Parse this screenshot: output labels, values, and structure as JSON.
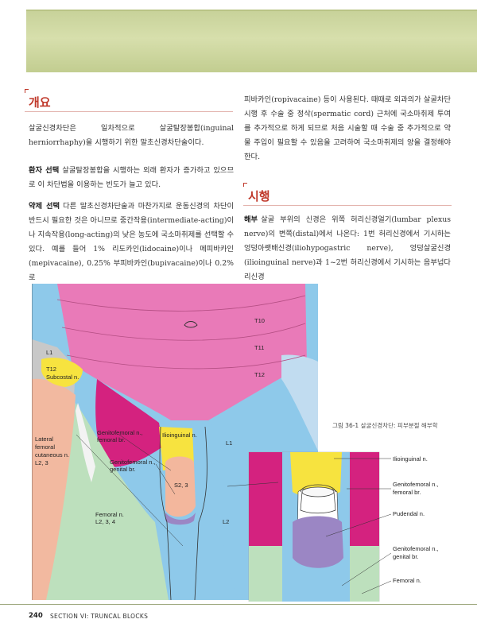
{
  "overview": {
    "heading": "개요",
    "p1": "살굴신경차단은 일차적으로 살굴탈장봉합(inguinal herniorrhaphy)을 시행하기 위한 말초신경차단술이다.",
    "p2_label": "환자 선택",
    "p2": "살굴탈장봉합을 시행하는 외래 환자가 증가하고 있으므로 이 차단법을 이용하는 빈도가 늘고 있다.",
    "p3_label": "약제 선택",
    "p3": "다른 말초신경차단술과 마찬가지로 운동신경의 차단이 반드시 필요한 것은 아니므로 중간작용(intermediate-acting)이나 지속작용(long-acting)의 낮은 농도에 국소마취제를 선택할 수 있다. 예를 들어 1% 리도카인(lidocaine)이나 메피바카인(mepivacaine), 0.25% 부피바카인(bupivacaine)이나 0.2% 로",
    "p4": "피바카인(ropivacaine) 등이 사용된다. 때때로 외과의가 살굴차단 시행 후 수술 중 정삭(spermatic cord) 근처에 국소마취제 투여를 추가적으로 하게 되므로 처음 시술할 때 수술 중 추가적으로 약물 주입이 필요할 수 있음을 고려하여 국소마취제의 양을 결정해야 한다."
  },
  "procedure": {
    "heading": "시행",
    "p1_label": "해부",
    "p1": "살굴 부위의 신경은 위쪽 허리신경얼기(lumbar plexus nerve)의 변쪽(distal)에서 나온다: 1번 허리신경에서 기시하는 엉덩아랫배신경(iliohypogastric nerve), 엉덩살굴신경(ilioinguinal nerve)과 1~2번 허리신경에서 기시하는 음부넙다리신경"
  },
  "figure": {
    "number": "그림 36-1",
    "caption": "살굴신경차단: 피부분절 해부학",
    "main_labels": {
      "t10": "T10",
      "t11": "T11",
      "t12_right": "T12",
      "l1_top": "L1",
      "t12_left": "T12",
      "subcostal": "Subcostal n.",
      "lat_fem_1": "Lateral",
      "lat_fem_2": "femoral",
      "lat_fem_3": "cutaneous n.",
      "lat_fem_4": "L2, 3",
      "genfem_fem_1": "Genitofemoral n.,",
      "genfem_fem_2": "femoral br.",
      "ilioinguinal": "Ilioinguinal n.",
      "l1_right": "L1",
      "genfem_gen_1": "Genitofemoral n.,",
      "genfem_gen_2": "genital br.",
      "s23": "S2, 3",
      "femoral_1": "Femoral n.",
      "femoral_2": "L2, 3, 4",
      "l2": "L2"
    },
    "inset_labels": {
      "ilioinguinal": "Ilioinguinal n.",
      "genfem_fem_1": "Genitofemoral n.,",
      "genfem_fem_2": "femoral br.",
      "pudendal": "Pudendal n.",
      "genfem_gen_1": "Genitofemoral n.,",
      "genfem_gen_2": "genital br.",
      "femoral": "Femoral n."
    }
  },
  "footer": {
    "page": "240",
    "section": "SECTION VI: TRUNCAL BLOCKS"
  }
}
